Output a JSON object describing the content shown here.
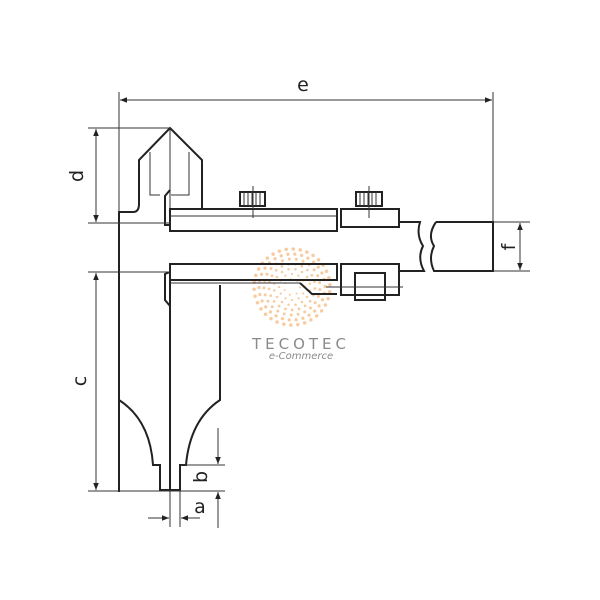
{
  "dimensions": {
    "a": "a",
    "b": "b",
    "c": "c",
    "d": "d",
    "e": "e",
    "f": "f"
  },
  "watermark": {
    "brand": "TECOTEC",
    "tagline": "e-Commerce",
    "color": "#f0a050"
  }
}
